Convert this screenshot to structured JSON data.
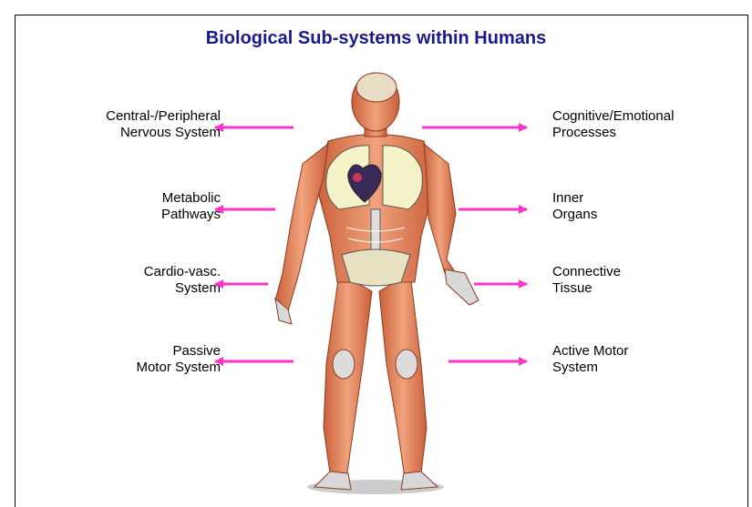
{
  "title": "Biological Sub-systems within Humans",
  "colors": {
    "title": "#1a1a8c",
    "arrow": "#ff33cc",
    "muscle": "#e07b54",
    "bone": "#d8d8d8"
  },
  "left_labels": [
    {
      "line1": "Central-/Peripheral",
      "line2": "Nervous System"
    },
    {
      "line1": "Metabolic",
      "line2": "Pathways"
    },
    {
      "line1": "Cardio-vasc.",
      "line2": "System"
    },
    {
      "line1": "Passive",
      "line2": "Motor System"
    }
  ],
  "right_labels": [
    {
      "line1": "Cognitive/Emotional",
      "line2": "Processes"
    },
    {
      "line1": "Inner",
      "line2": "Organs"
    },
    {
      "line1": "Connective",
      "line2": "Tissue"
    },
    {
      "line1": "Active Motor",
      "line2": "System"
    }
  ]
}
